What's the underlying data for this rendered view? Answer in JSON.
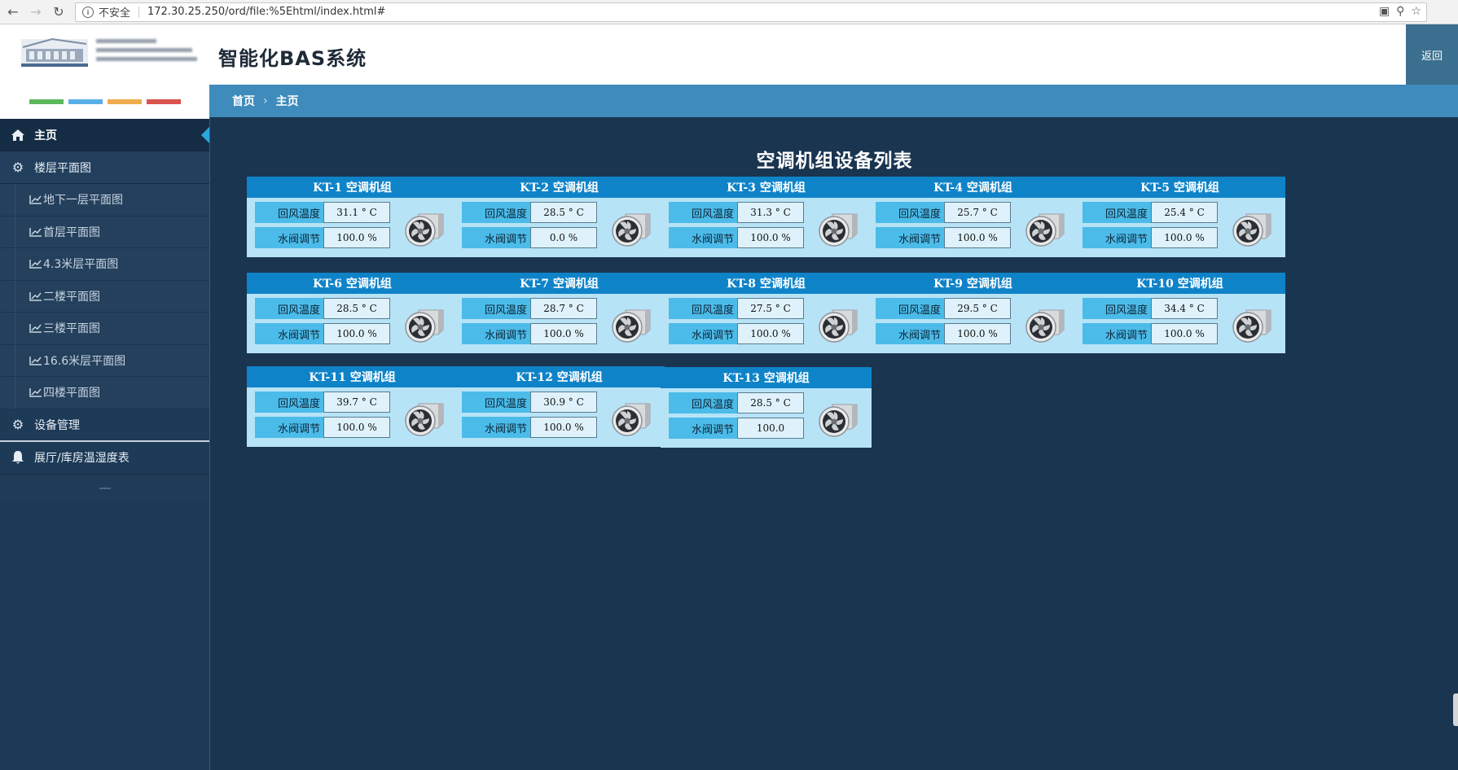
{
  "browser": {
    "back_icon": "back-arrow-icon",
    "forward_icon": "forward-arrow-icon",
    "reload_icon": "reload-icon",
    "security_label": "不安全",
    "url": "172.30.25.250/ord/file:%5Ehtml/index.html#"
  },
  "header": {
    "title": "智能化BAS系统",
    "back_label": "返回"
  },
  "color_strip": [
    "#5cb85c",
    "#5ab0e6",
    "#f0ad4e",
    "#d9534f"
  ],
  "sidebar": {
    "home": "主页",
    "floor_plans": "楼层平面图",
    "floors": [
      "地下一层平面图",
      "首层平面图",
      "4.3米层平面图",
      "二楼平面图",
      "三楼平面图",
      "16.6米层平面图",
      "四楼平面图"
    ],
    "equipment": "设备管理",
    "humidity": "展厅/库房温湿度表"
  },
  "breadcrumb": {
    "root": "首页",
    "current": "主页"
  },
  "page_heading": "空调机组设备列表",
  "labels": {
    "return_temp": "回风温度",
    "valve": "水阀调节"
  },
  "units": [
    {
      "name": "KT-1 空调机组",
      "temp": "31.1 ° C",
      "valve": "100.0 %"
    },
    {
      "name": "KT-2 空调机组",
      "temp": "28.5 ° C",
      "valve": "0.0 %"
    },
    {
      "name": "KT-3 空调机组",
      "temp": "31.3 ° C",
      "valve": "100.0 %"
    },
    {
      "name": "KT-4 空调机组",
      "temp": "25.7 ° C",
      "valve": "100.0 %"
    },
    {
      "name": "KT-5 空调机组",
      "temp": "25.4 ° C",
      "valve": "100.0 %"
    },
    {
      "name": "KT-6 空调机组",
      "temp": "28.5 ° C",
      "valve": "100.0 %"
    },
    {
      "name": "KT-7 空调机组",
      "temp": "28.7 ° C",
      "valve": "100.0 %"
    },
    {
      "name": "KT-8 空调机组",
      "temp": "27.5 ° C",
      "valve": "100.0 %"
    },
    {
      "name": "KT-9 空调机组",
      "temp": "29.5 ° C",
      "valve": "100.0 %"
    },
    {
      "name": "KT-10 空调机组",
      "temp": "34.4 ° C",
      "valve": "100.0 %"
    },
    {
      "name": "KT-11 空调机组",
      "temp": "39.7 ° C",
      "valve": "100.0 %"
    },
    {
      "name": "KT-12 空调机组",
      "temp": "30.9 ° C",
      "valve": "100.0 %"
    },
    {
      "name": "KT-13 空调机组",
      "temp": "28.5 ° C",
      "valve": "100.0"
    }
  ]
}
